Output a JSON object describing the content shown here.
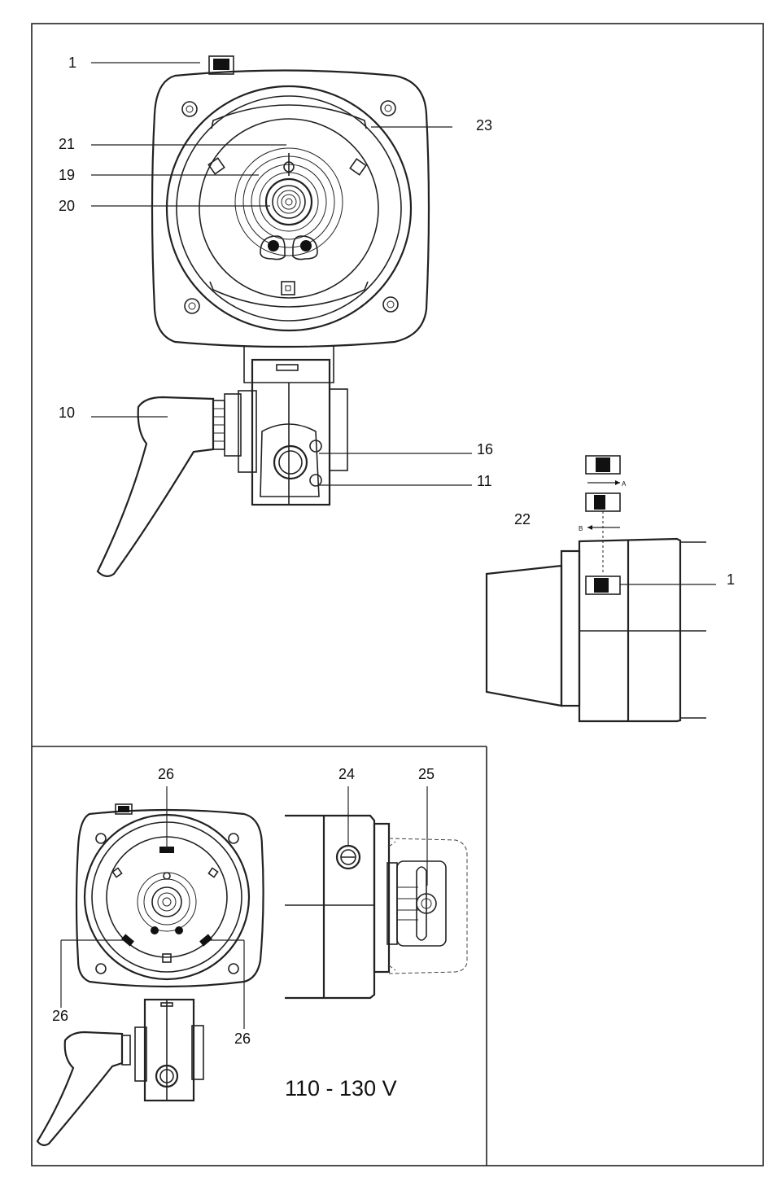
{
  "callouts": {
    "main": {
      "c1": "1",
      "c21": "21",
      "c19": "19",
      "c20": "20",
      "c23": "23",
      "c10": "10",
      "c16": "16",
      "c11": "11"
    },
    "side": {
      "c22": "22",
      "c1": "1",
      "arrow_a": "A",
      "arrow_b": "B"
    },
    "bottom": {
      "c26_top": "26",
      "c26_left": "26",
      "c26_right": "26",
      "c24": "24",
      "c25": "25"
    }
  },
  "voltage_label": "110 - 130 V"
}
